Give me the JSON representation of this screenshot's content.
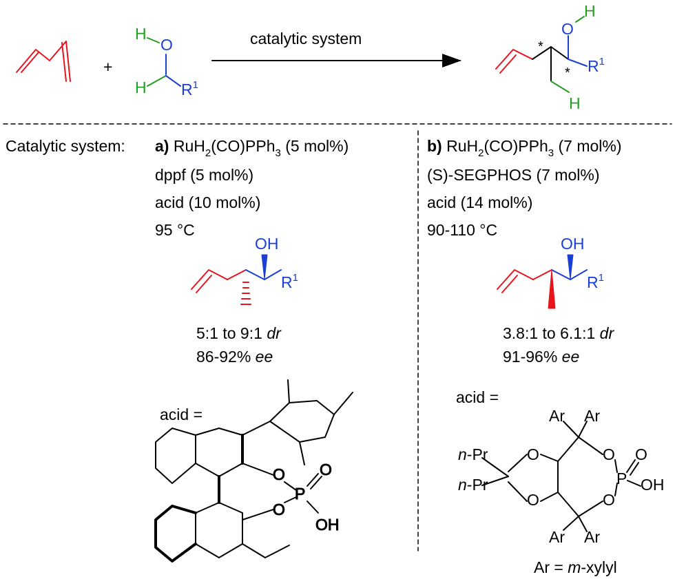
{
  "reaction": {
    "arrow_label": "catalytic system",
    "plus": "+",
    "alcohol_h1": "H",
    "alcohol_o": "O",
    "alcohol_h2": "H",
    "alcohol_r": "R",
    "alcohol_r_sup": "1",
    "product_o": "O",
    "product_h_top": "H",
    "product_r": "R",
    "product_r_sup": "1",
    "product_h_bottom": "H",
    "stereo_mark": "*"
  },
  "condition_a": {
    "heading": "Catalytic system:",
    "label": "a)",
    "line1_main": "RuH",
    "line1_sub": "2",
    "line1_mid": "(CO)PPh",
    "line1_sub2": "3",
    "line1_tail": " (5 mol%)",
    "line2": "dppf (5 mol%)",
    "line3": "acid (10 mol%)",
    "line4": "95 °C",
    "product_oh": "OH",
    "product_r": "R",
    "product_r_sup": "1",
    "dr_value": "5:1 to 9:1 ",
    "dr_italic": "dr",
    "ee_value": "86-92% ",
    "ee_italic": "ee",
    "acid_label": "acid =",
    "acid_o1": "O",
    "acid_o2": "O",
    "acid_p": "P",
    "acid_o3": "O",
    "acid_oh": "OH"
  },
  "condition_b": {
    "label": "b)",
    "line1_main": "RuH",
    "line1_sub": "2",
    "line1_mid": "(CO)PPh",
    "line1_sub2": "3",
    "line1_tail": " (7 mol%)",
    "line2": "(S)-SEGPHOS (7 mol%)",
    "line3": "acid (14 mol%)",
    "line4": "90-110 °C",
    "product_oh": "OH",
    "product_r": "R",
    "product_r_sup": "1",
    "dr_value": "3.8:1 to 6.1:1 ",
    "dr_italic": "dr",
    "ee_value": "91-96% ",
    "ee_italic": "ee",
    "acid_label": "acid =",
    "ar1": "Ar",
    "ar2": "Ar",
    "ar3": "Ar",
    "ar4": "Ar",
    "npr_italic": "n",
    "npr1": "-Pr",
    "npr2": "-Pr",
    "o1": "O",
    "o2": "O",
    "o3": "O",
    "o4": "O",
    "p": "P",
    "o_double": "O",
    "oh": "OH",
    "ar_def_prefix": "Ar = ",
    "ar_def_italic": "m",
    "ar_def_suffix": "-xylyl"
  },
  "colors": {
    "diene": "#e8141b",
    "alcohol_oxygen": "#1a3fd4",
    "hydrogen": "#1f9e1f",
    "text": "#000000"
  }
}
